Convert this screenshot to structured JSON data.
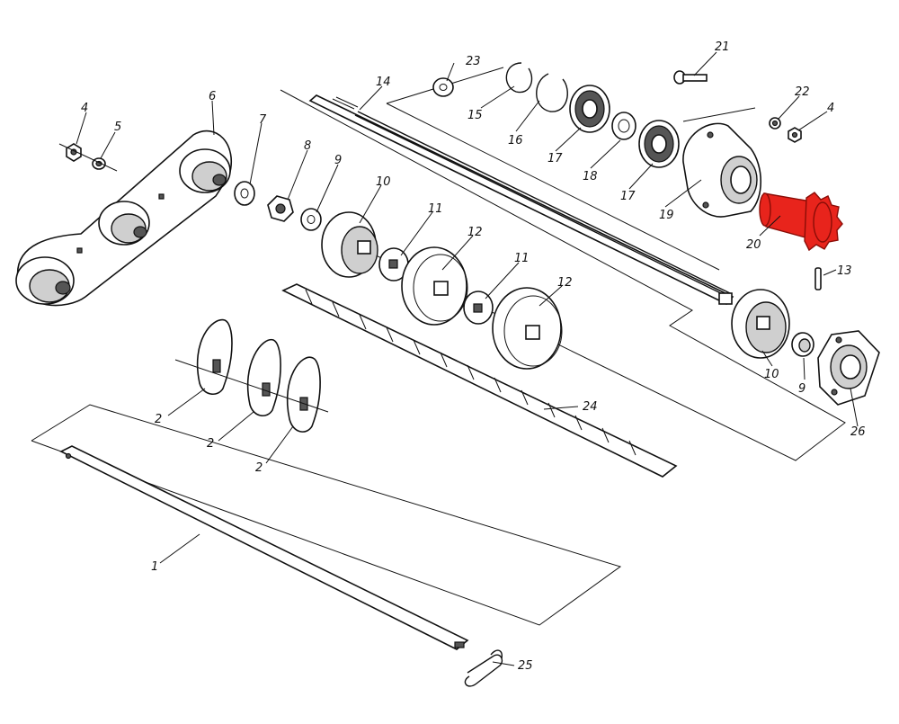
{
  "highlight_color": "#e8241c",
  "labels": {
    "p1": "1",
    "p2a": "2",
    "p2b": "2",
    "p2c": "2",
    "p4a": "4",
    "p4b": "4",
    "p5": "5",
    "p6": "6",
    "p7": "7",
    "p8": "8",
    "p9a": "9",
    "p9b": "9",
    "p10a": "10",
    "p10b": "10",
    "p11a": "11",
    "p11b": "11",
    "p12a": "12",
    "p12b": "12",
    "p13": "13",
    "p14": "14",
    "p15": "15",
    "p16": "16",
    "p17a": "17",
    "p17b": "17",
    "p18": "18",
    "p19": "19",
    "p20": "20",
    "p21": "21",
    "p22": "22",
    "p23": "23",
    "p24": "24",
    "p25": "25",
    "p26": "26"
  }
}
